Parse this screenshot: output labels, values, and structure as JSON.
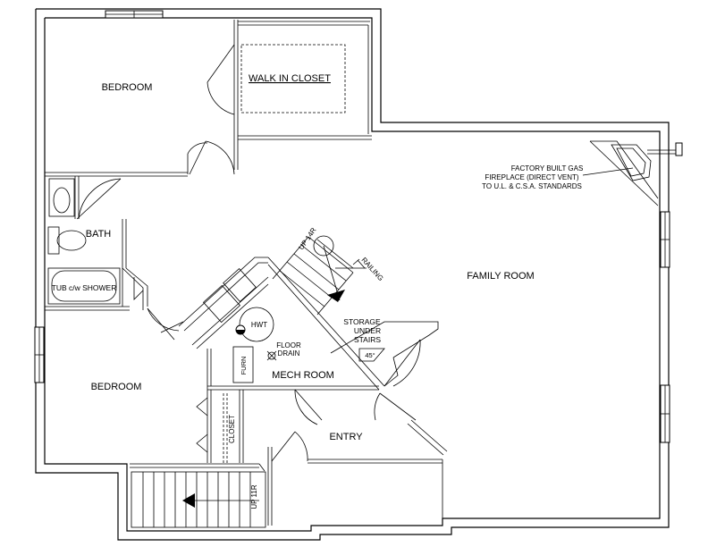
{
  "rooms": {
    "bedroom_top": "BEDROOM",
    "walk_in_closet": "WALK IN CLOSET",
    "bath": "BATH",
    "tub": "TUB c/w SHOWER",
    "family_room": "FAMILY ROOM",
    "bedroom_bottom": "BEDROOM",
    "mech_room": "MECH ROOM",
    "entry": "ENTRY",
    "closet": "CLOSET"
  },
  "labels": {
    "fireplace_line1": "FACTORY BUILT GAS",
    "fireplace_line2": "FIREPLACE (DIRECT VENT)",
    "fireplace_line3": "TO U.L. & C.S.A. STANDARDS",
    "up_upper": "UP 14R",
    "railing": "RAILING",
    "storage_line1": "STORAGE",
    "storage_line2": "UNDER",
    "storage_line3": "STAIRS",
    "angle": "45°",
    "hwt": "HWT",
    "floor_drain_line1": "FLOOR",
    "floor_drain_line2": "DRAIN",
    "furn": "FURN",
    "up_lower": "UP 11R"
  }
}
